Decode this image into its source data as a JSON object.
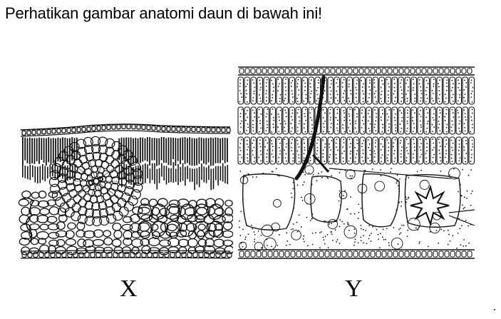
{
  "question": "Perhatikan gambar anatomi daun di bawah ini!",
  "figures": [
    {
      "id": "x",
      "label": "X"
    },
    {
      "id": "y",
      "label": "Y"
    }
  ],
  "colors": {
    "ink": "#111111",
    "paper": "#ffffff",
    "mark": "#c03030"
  }
}
